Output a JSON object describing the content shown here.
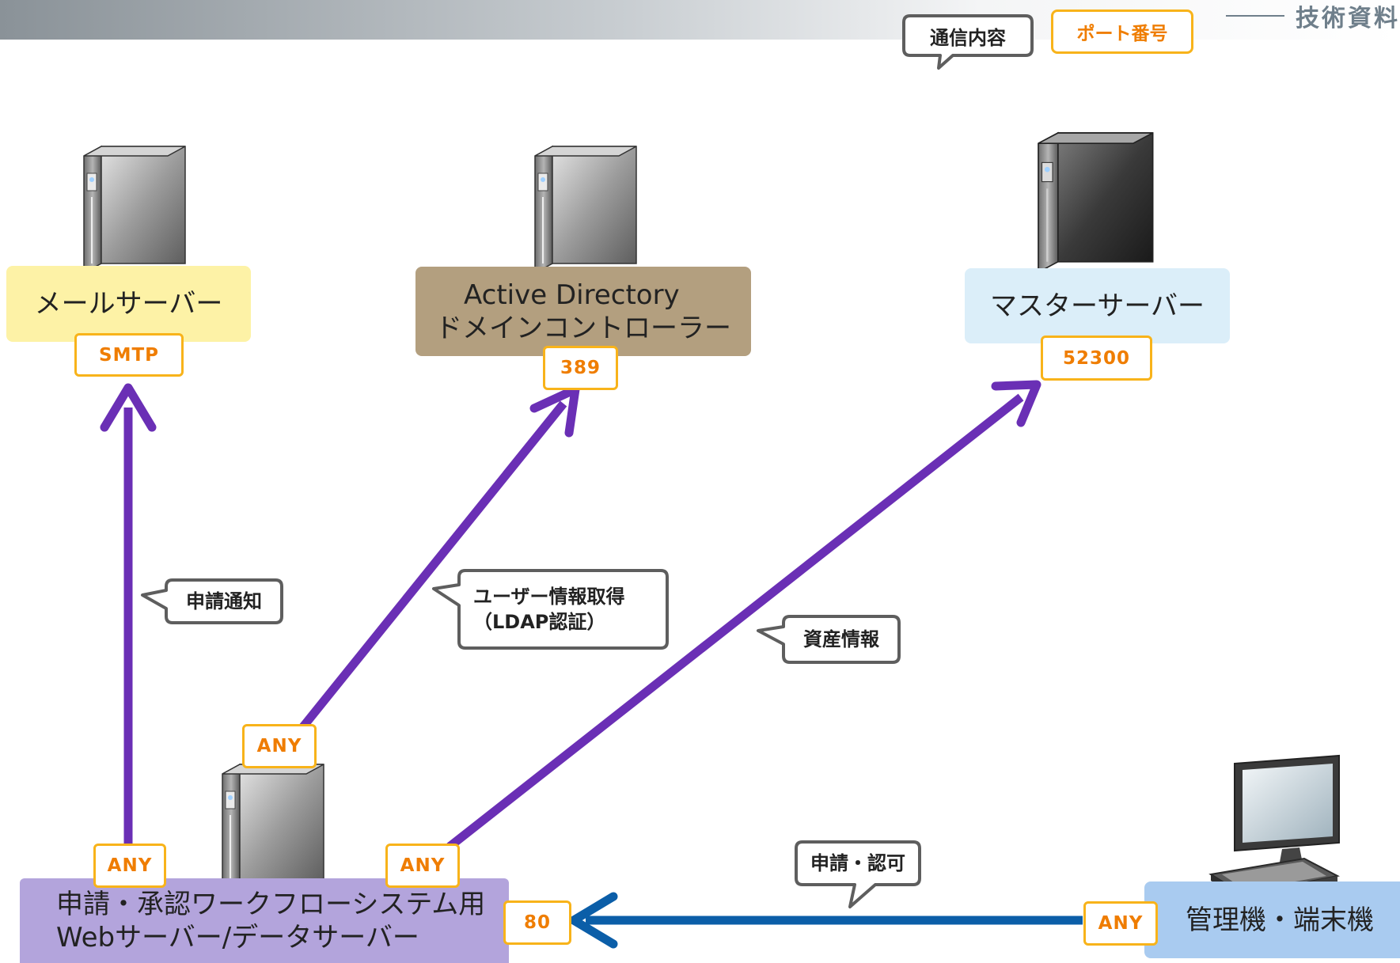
{
  "header": {
    "title": "技術資料"
  },
  "legend": {
    "content_label": "通信内容",
    "port_label": "ポート番号"
  },
  "nodes": {
    "mail": {
      "lines": [
        "メールサーバー"
      ],
      "port": "SMTP"
    },
    "ad": {
      "lines": [
        "Active Directory",
        "ドメインコントローラー"
      ],
      "port": "389"
    },
    "master": {
      "lines": [
        "マスターサーバー"
      ],
      "port": "52300"
    },
    "web": {
      "lines": [
        "申請・承認ワークフローシステム用",
        "Webサーバー/データサーバー"
      ],
      "port": "80"
    },
    "client": {
      "lines": [
        "管理機・端末機"
      ],
      "port": "ANY"
    }
  },
  "connections": [
    {
      "from": "web",
      "to": "mail",
      "source_port": "ANY",
      "label_lines": [
        "申請通知"
      ]
    },
    {
      "from": "web",
      "to": "ad",
      "source_port": "ANY",
      "label_lines": [
        "ユーザー情報取得",
        "（LDAP認証）"
      ]
    },
    {
      "from": "web",
      "to": "master",
      "source_port": "ANY",
      "label_lines": [
        "資産情報"
      ]
    },
    {
      "from": "client",
      "to": "web",
      "source_port": "ANY",
      "label_lines": [
        "申請・認可"
      ]
    }
  ],
  "colors": {
    "arrow_purple": "#6a2fb5",
    "arrow_blue": "#0b5ea8",
    "port_border": "#f8b31a",
    "port_text": "#ef7d00",
    "mail_box": "#fdf2a6",
    "ad_box": "#b39f7f",
    "master_box": "#dbeef9",
    "web_box": "#b3a4dc",
    "client_box": "#a9cbf0"
  },
  "icons": [
    "server-icon",
    "server-icon",
    "server-icon",
    "server-icon",
    "desktop-computer-icon"
  ]
}
